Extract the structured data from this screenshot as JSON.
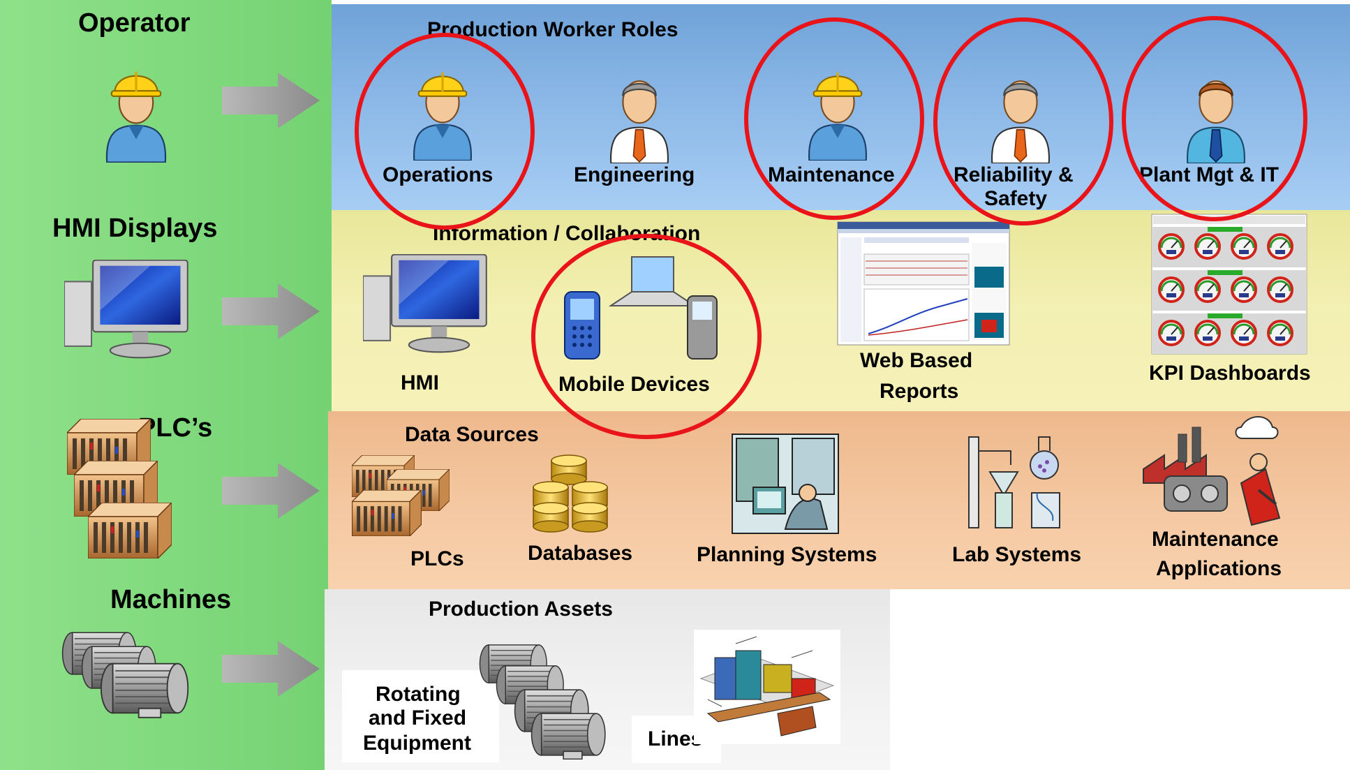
{
  "left_column": {
    "operator": "Operator",
    "hmi_displays": "HMI Displays",
    "plcs": "PLC’s",
    "machines": "Machines"
  },
  "roles": {
    "title": "Production Worker Roles",
    "items": [
      "Operations",
      "Engineering",
      "Maintenance",
      "Reliability &",
      "Safety",
      "Plant Mgt & IT"
    ]
  },
  "info": {
    "title": "Information / Collaboration",
    "hmi": "HMI",
    "mobile": "Mobile Devices",
    "web_line1": "Web Based",
    "web_line2": "Reports",
    "kpi": "KPI Dashboards"
  },
  "data_sources": {
    "title": "Data Sources",
    "plcs": "PLCs",
    "databases": "Databases",
    "planning": "Planning Systems",
    "lab": "Lab Systems",
    "maint_line1": "Maintenance",
    "maint_line2": "Applications"
  },
  "assets": {
    "title": "Production Assets",
    "rotating_line1": "Rotating",
    "rotating_line2": "and Fixed",
    "rotating_line3": "Equipment",
    "lines": "Lines"
  },
  "colors": {
    "highlight_circle": "#e8141a",
    "left_column": "#7fd97c",
    "roles_band": "#8ab7e6",
    "info_band": "#f3f0b3",
    "data_band": "#f4c7a0",
    "assets_band": "#f2f2f2"
  }
}
